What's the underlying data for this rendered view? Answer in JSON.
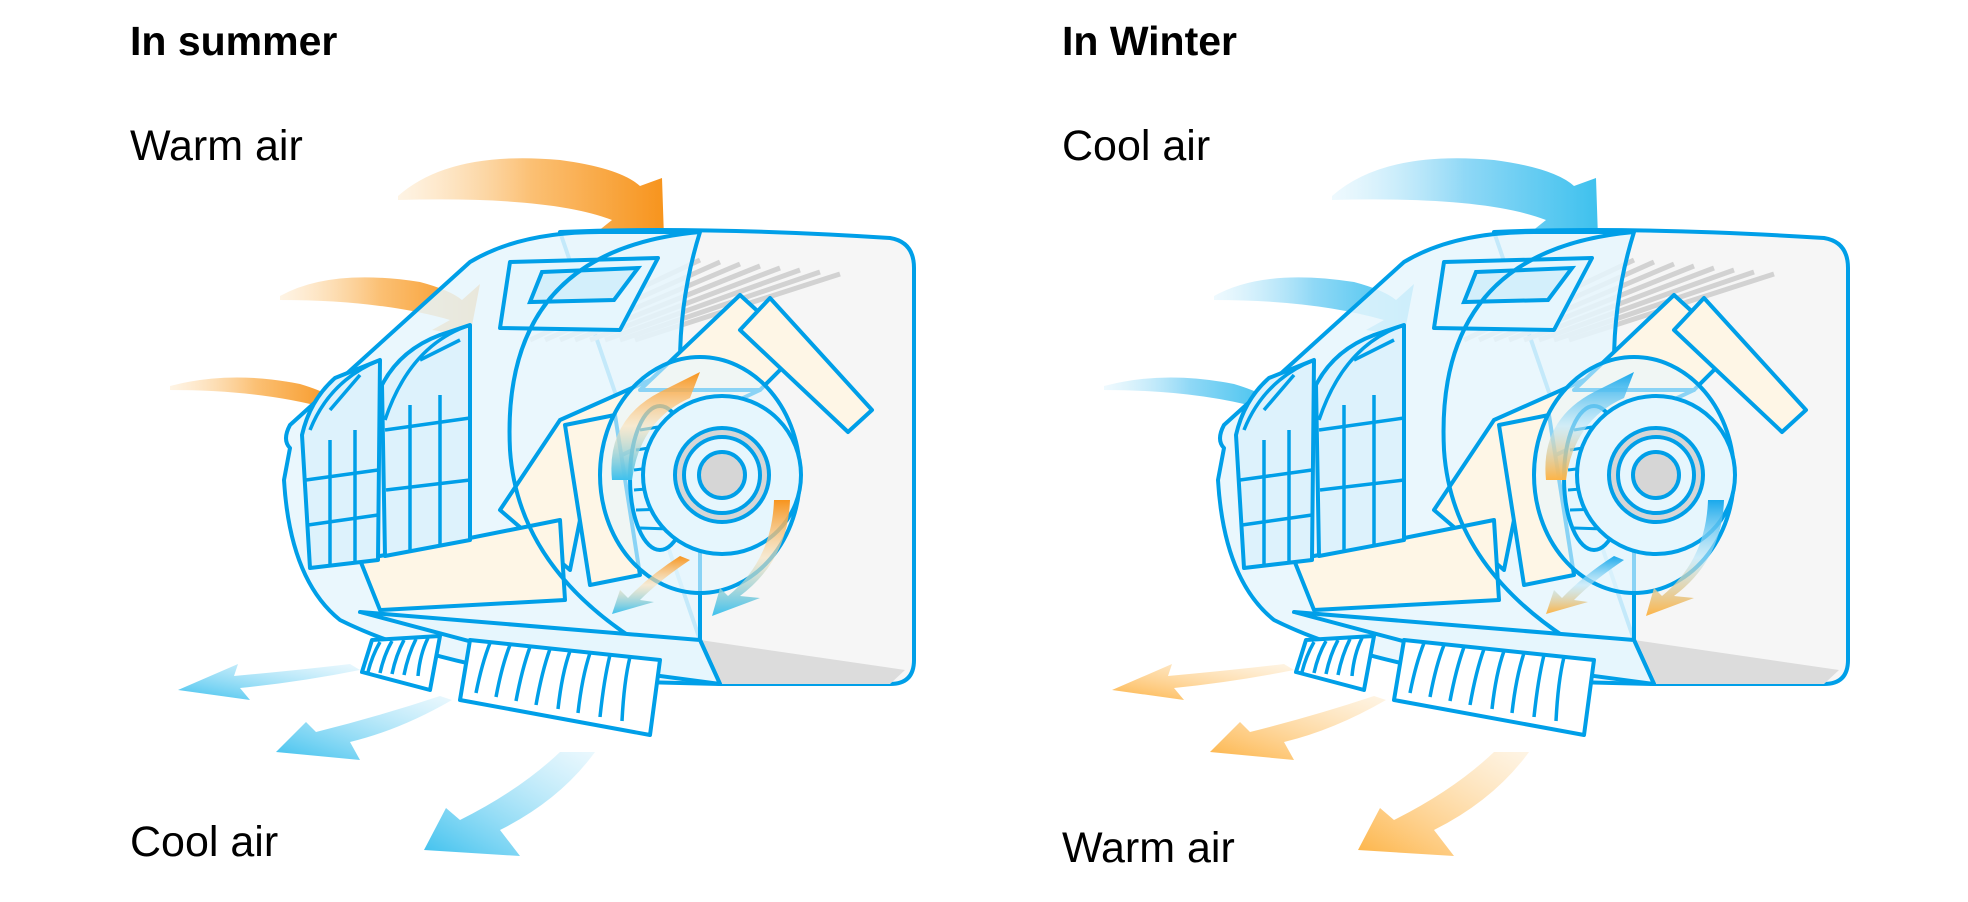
{
  "diagram": {
    "subject": "Wall-mounted air conditioner airflow",
    "panels": [
      {
        "id": "summer",
        "title": "In summer",
        "intake_label": "Warm air",
        "output_label": "Cool air",
        "intake_color": "#F7941D",
        "output_color": "#3EC1EE"
      },
      {
        "id": "winter",
        "title": "In Winter",
        "intake_label": "Cool air",
        "output_label": "Warm air",
        "intake_color": "#3EC1EE",
        "output_color": "#FDB447"
      }
    ]
  },
  "colors": {
    "outline": "#009FE8",
    "body_fill": "#E6F6FD",
    "coil_fill": "#FEF6E6",
    "back_panel": "#F6F6F6",
    "vent_grey": "#D9D9D9",
    "hub_grey": "#D6D6D6",
    "warm": "#F7941D",
    "cool": "#3EC1EE"
  }
}
